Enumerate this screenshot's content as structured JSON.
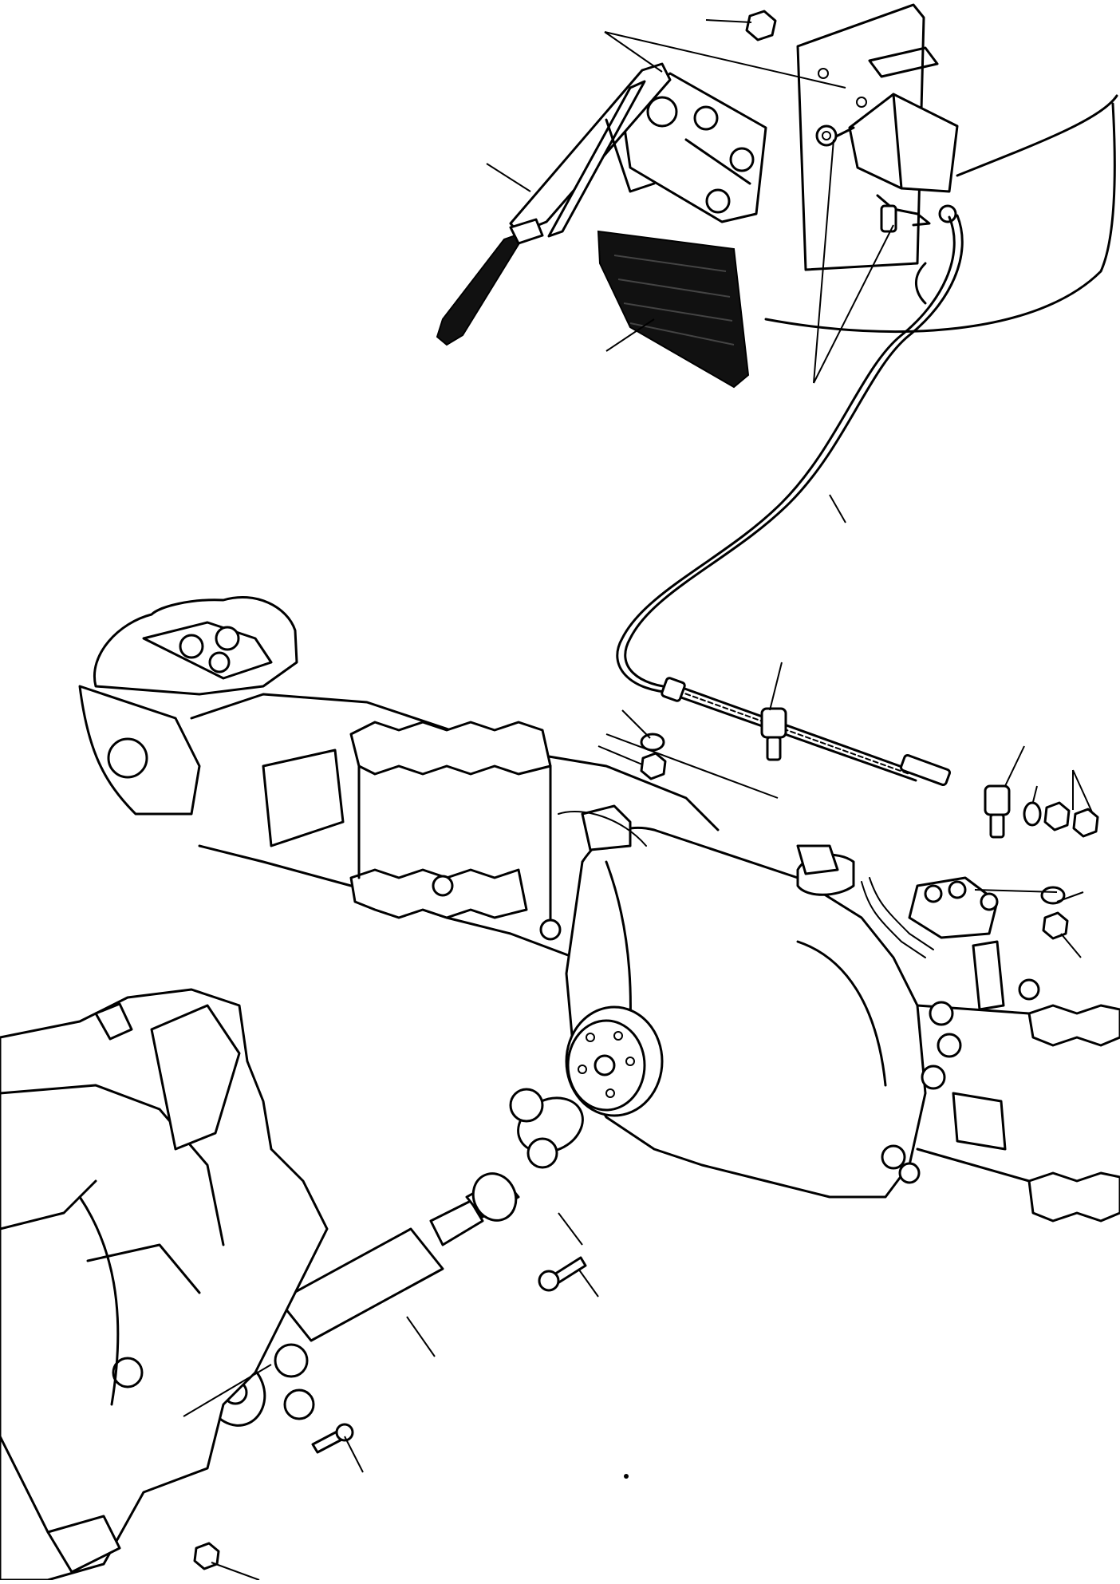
{
  "diagram": {
    "kind": "exploded parts diagram (line art)",
    "callouts": [],
    "parts": [
      "parking-brake-lever",
      "brake-lever-grip",
      "pedal-rubber-pad",
      "mounting-plate",
      "brake-switch-bracket",
      "brake-cable",
      "cable-clevis-a",
      "cable-clevis-b",
      "axle-housing",
      "differential-housing",
      "input-flange",
      "drive-shaft",
      "universal-joint-front",
      "universal-joint-rear",
      "flange-bolt-upper",
      "flange-bolt-lower",
      "transmission-housing",
      "nut",
      "washer"
    ]
  }
}
